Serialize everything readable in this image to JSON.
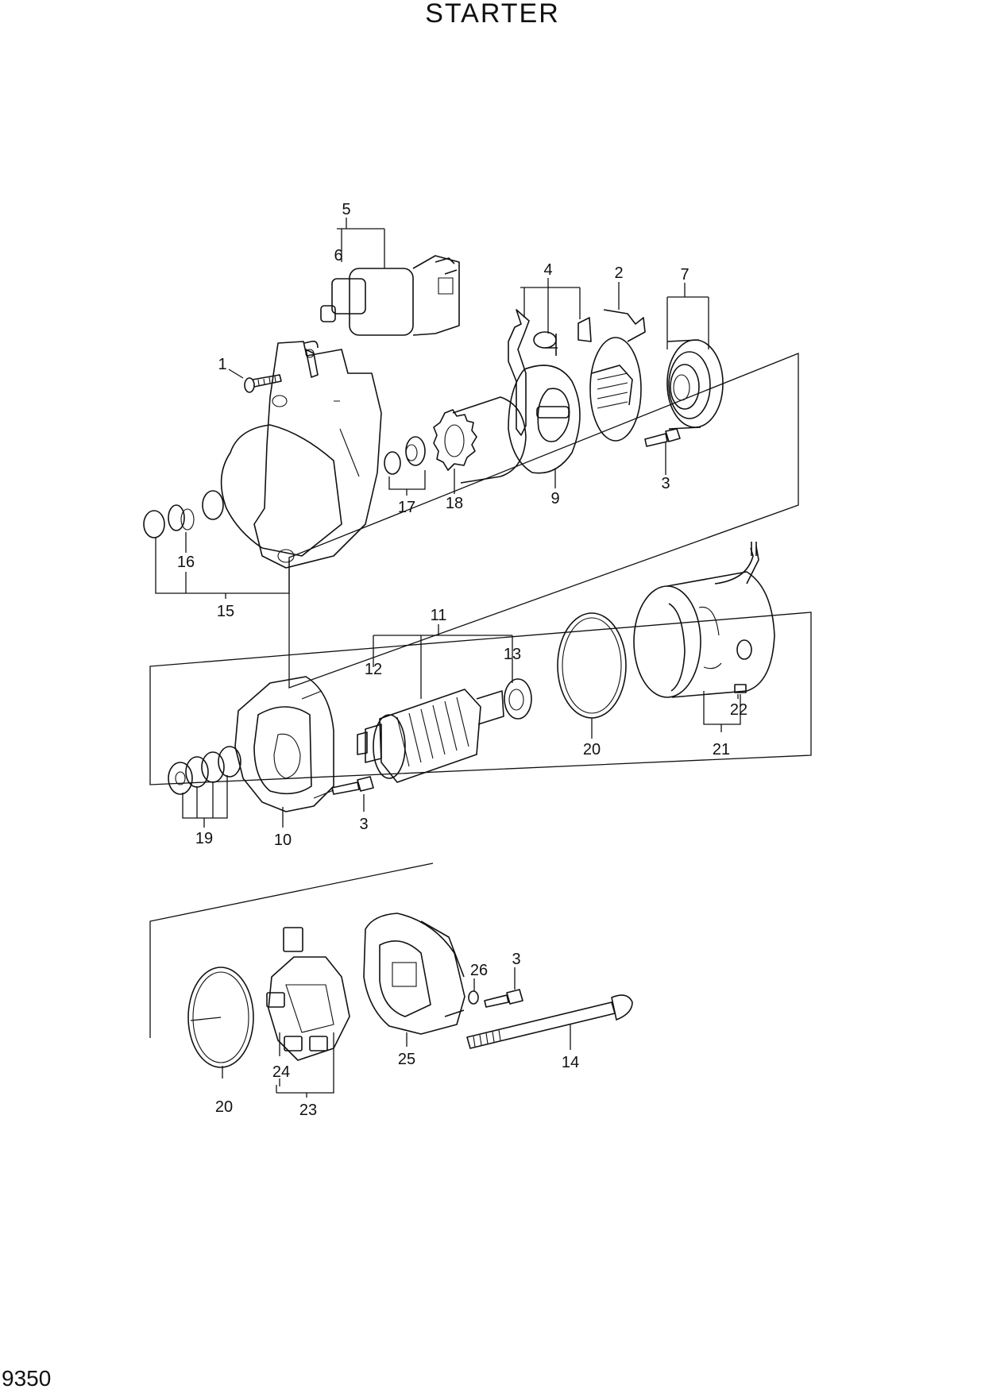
{
  "title": "STARTER",
  "page_code": "9350",
  "callouts": {
    "c1": "1",
    "c2": "2",
    "c3a": "3",
    "c3b": "3",
    "c3c": "3",
    "c4": "4",
    "c5": "5",
    "c6": "6",
    "c7": "7",
    "c9": "9",
    "c10": "10",
    "c11": "11",
    "c12": "12",
    "c13": "13",
    "c14": "14",
    "c15": "15",
    "c16": "16",
    "c17": "17",
    "c18": "18",
    "c19": "19",
    "c20a": "20",
    "c20b": "20",
    "c21": "21",
    "c22": "22",
    "c23": "23",
    "c24": "24",
    "c25": "25",
    "c26": "26"
  }
}
